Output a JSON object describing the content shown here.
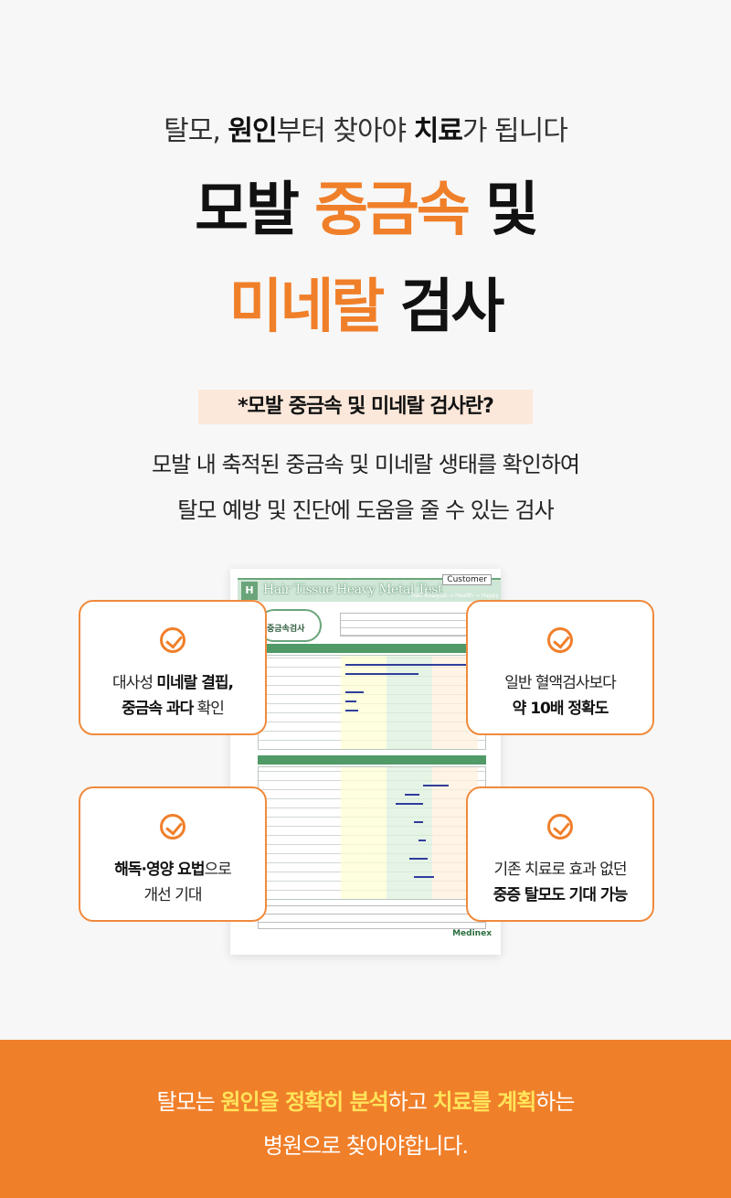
{
  "intro": {
    "p1": "탈모, ",
    "p2": "원인",
    "p3": "부터 찾아야 ",
    "p4": "치료",
    "p5": "가 됩니다"
  },
  "headline": {
    "line1_a": "모발 ",
    "line1_b": "중금속",
    "line1_c": " 및",
    "line2_a": "미네랄",
    "line2_b": " 검사"
  },
  "question": "*모발 중금속 및 미네랄 검사란?",
  "description": {
    "line1": "모발 내 축적된 중금속 및 미네랄 생태를 확인하여",
    "line2": "탈모 예방 및 진단에 도움을 줄 수 있는 검사"
  },
  "report": {
    "logo": "H",
    "title": "Hair Tissue Heavy Metal Test",
    "customer": "Customer",
    "subtitle": "Hair Analysis → Health → Happy",
    "badge": "중금속검사",
    "brand": "Medinex"
  },
  "cards": [
    {
      "a": "대사성 ",
      "b": "미네랄 결핍,",
      "c": "",
      "d": "중금속 과다",
      "e": " 확인"
    },
    {
      "a": "일반 혈액검사보다",
      "b": "",
      "c": "",
      "d": "약 10배 정확도",
      "e": ""
    },
    {
      "a": "",
      "b": "해독·영양 요법",
      "c": "으로",
      "d": "",
      "e": "개선 기대"
    },
    {
      "a": "기존 치료로 효과 없던",
      "b": "",
      "c": "",
      "d": "중증 탈모도 기대 가능",
      "e": ""
    }
  ],
  "banner": {
    "p1": "탈모는 ",
    "p2": "원인을 정확히 분석",
    "p3": "하고 ",
    "p4": "치료를 계획",
    "p5": "하는",
    "line2": "병원으로 찾아야합니다."
  },
  "colors": {
    "accent": "#f07f2a",
    "highlight_bg": "#fbe8da",
    "banner_highlight": "#ffe45a"
  }
}
